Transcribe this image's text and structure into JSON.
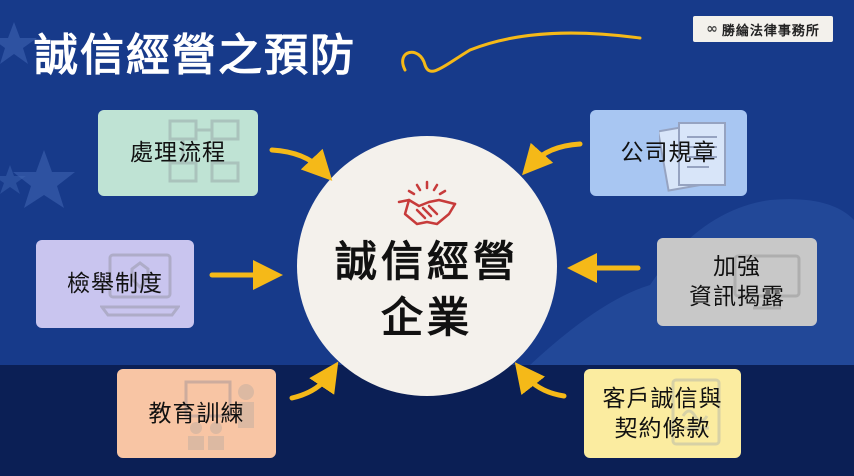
{
  "title": "誠信經營之預防",
  "logo": {
    "text": "勝綸法律事務所",
    "mark": "∞"
  },
  "center": {
    "line1": "誠信經營",
    "line2": "企業"
  },
  "boxes": {
    "process": {
      "label": "處理流程",
      "color": "#bfe3d4"
    },
    "whistle": {
      "label": "檢舉制度",
      "color": "#c9c5ef"
    },
    "training": {
      "label": "教育訓練",
      "color": "#f8c5a4"
    },
    "rules": {
      "label": "公司規章",
      "color": "#a8c6f2"
    },
    "disclosure": {
      "line1": "加強",
      "line2": "資訊揭露",
      "color": "#c8c8c8"
    },
    "customer": {
      "line1": "客戶誠信與",
      "line2": "契約條款",
      "color": "#fbeca0"
    }
  },
  "colors": {
    "arrow": "#f5b918",
    "bg_top": "#173a8a",
    "bg_bottom": "#0b1f55",
    "handshake": "#c73b3b"
  },
  "icons": [
    "handshake-icon",
    "flowchart-icon",
    "laptop-icon",
    "teacher-icon",
    "document-icon",
    "monitor-icon",
    "contract-icon",
    "star-icon"
  ]
}
